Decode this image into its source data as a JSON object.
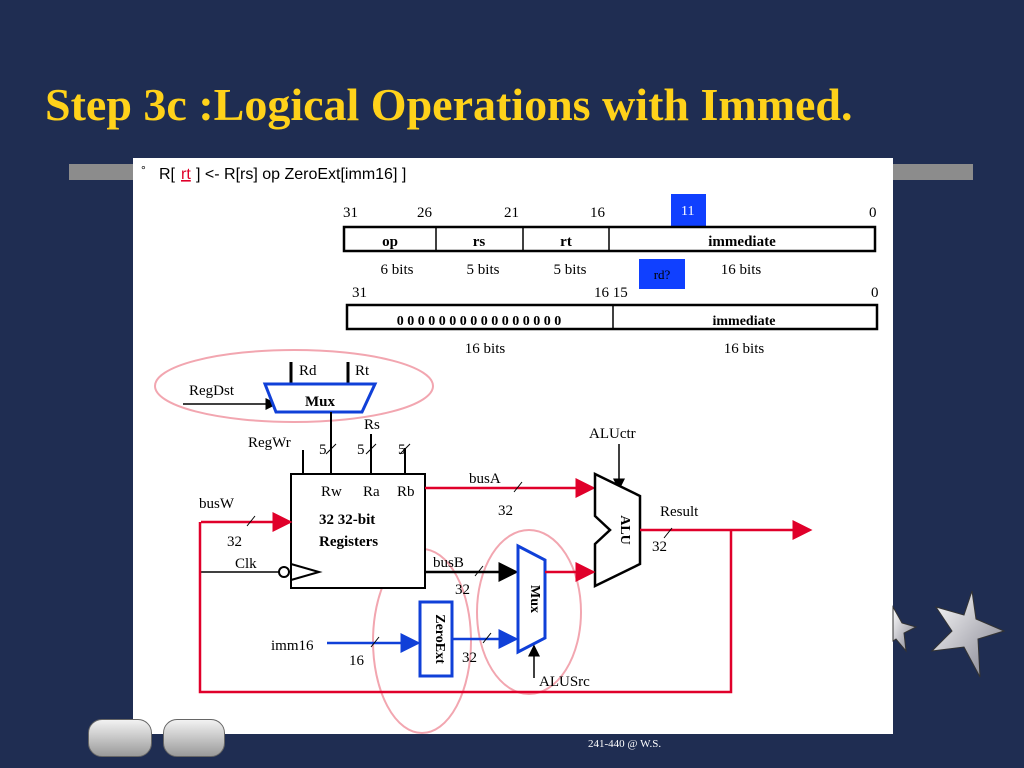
{
  "slide": {
    "title": "Step 3c :Logical Operations with Immed.",
    "footer": "241-440 @ W.S."
  },
  "formula": {
    "bullet": "°",
    "prefix": "R[",
    "rt": "rt",
    "suffix": "] <- R[rs] op ZeroExt[imm16] ]"
  },
  "instr_format": {
    "bit_labels": [
      "31",
      "26",
      "21",
      "16",
      "11",
      "0"
    ],
    "fields": [
      "op",
      "rs",
      "rt",
      "immediate"
    ],
    "widths": [
      "6 bits",
      "5 bits",
      "5 bits",
      "16 bits"
    ],
    "rd_tag": "rd?"
  },
  "zeroext_format": {
    "bit_labels": [
      "31",
      "16 15",
      "0"
    ],
    "fields": [
      "0 0 0 0 0 0 0 0 0 0 0 0 0 0 0 0",
      "immediate"
    ],
    "widths": [
      "16 bits",
      "16 bits"
    ]
  },
  "datapath": {
    "rd": "Rd",
    "rt": "Rt",
    "regdst": "RegDst",
    "mux_top": "Mux",
    "rs": "Rs",
    "regwr": "RegWr",
    "five": "5",
    "rw": "Rw",
    "ra": "Ra",
    "rb": "Rb",
    "regfile": [
      "32 32-bit",
      "Registers"
    ],
    "busw": "busW",
    "clk": "Clk",
    "thirty_two": "32",
    "busa": "busA",
    "busb": "busB",
    "aluctr": "ALUctr",
    "alu": "ALU",
    "result": "Result",
    "mux_right": "Mux",
    "zeroext": "ZeroExt",
    "imm16": "imm16",
    "sixteen": "16",
    "alusrc": "ALUSrc"
  },
  "colors": {
    "title": "#ffd21a",
    "background": "#1f2d52",
    "highlight_box": "#1040ff",
    "bus": "#e0002a",
    "control": "#1040d8",
    "ellipse": "#f2a6b0"
  }
}
